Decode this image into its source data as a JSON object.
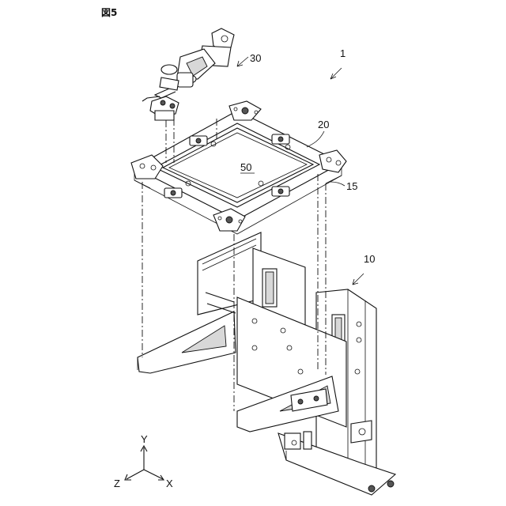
{
  "figure": {
    "title": "図5",
    "labels": {
      "frame_unit": "1",
      "base_structure": "10",
      "outer_frame": "15",
      "inner_frame": "20",
      "head_unit": "30",
      "work_area": "50"
    },
    "axes": {
      "y": "Y",
      "x": "X",
      "z": "Z"
    }
  }
}
